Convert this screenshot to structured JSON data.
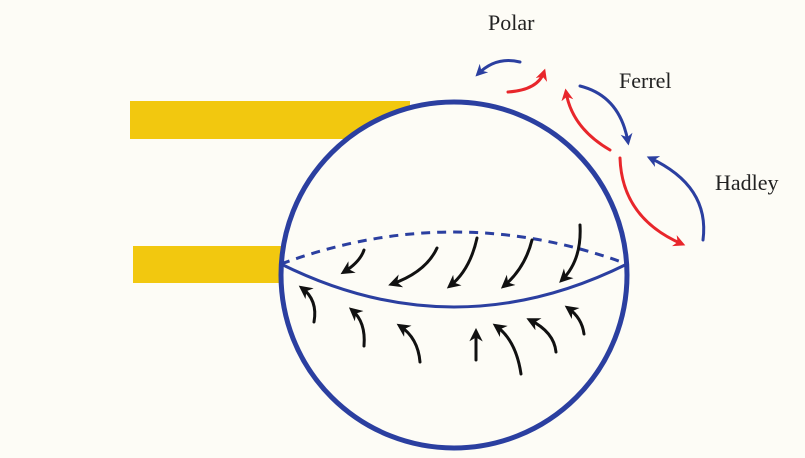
{
  "labels": {
    "polar": "Polar",
    "ferrel": "Ferrel",
    "hadley": "Hadley"
  },
  "colors": {
    "background": "#fdfcf6",
    "sun_ray": "#f2c80f",
    "earth": "#2b3fa0",
    "cell_blue": "#2b3fa0",
    "cell_red": "#e8262b",
    "wind_arrow": "#111111"
  },
  "icons": {
    "sun_ray": "yellow-bar",
    "wind": "curved-arrow"
  }
}
